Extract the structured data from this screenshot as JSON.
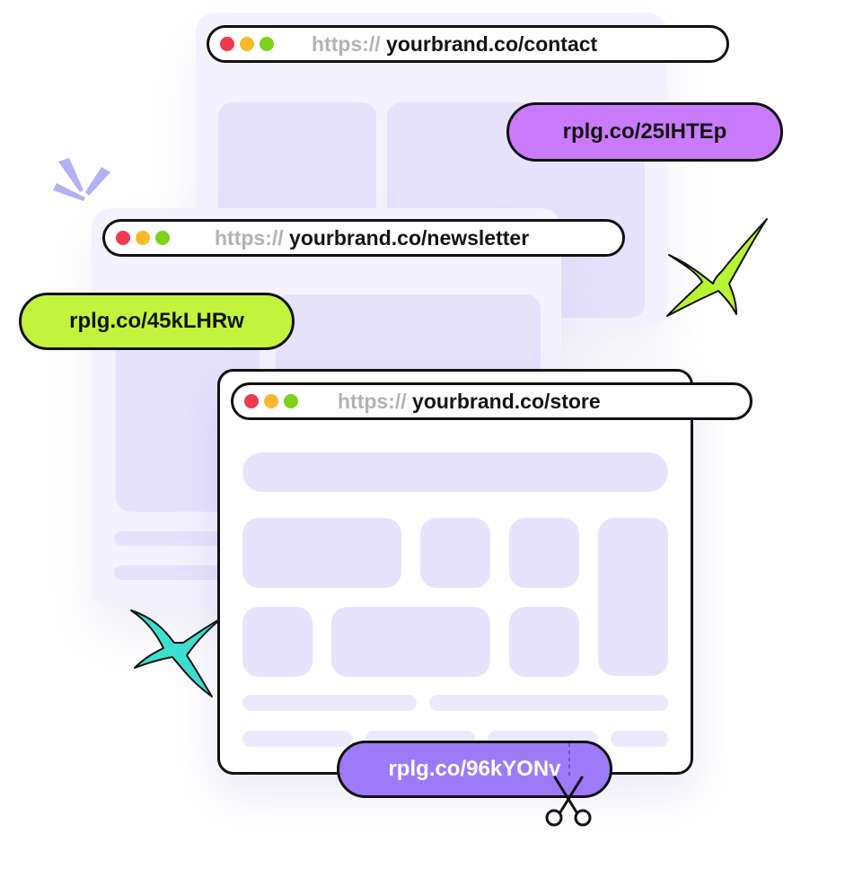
{
  "windows": [
    {
      "id": "contact",
      "url_scheme": "https://",
      "url_path": "yourbrand.co/contact"
    },
    {
      "id": "newsletter",
      "url_scheme": "https://",
      "url_path": "yourbrand.co/newsletter"
    },
    {
      "id": "store",
      "url_scheme": "https://",
      "url_path": "yourbrand.co/store"
    }
  ],
  "short_links": {
    "contact": "rplg.co/25IHTEp",
    "newsletter": "rplg.co/45kLHRw",
    "store": "rplg.co/96kYONv"
  },
  "icons": [
    "sparkle-icon",
    "burst-icon",
    "scissors-icon"
  ],
  "colors": {
    "window_back": "#f4f2fe",
    "placeholder_block": "#e6e2fc",
    "pill_purple": "#c97bfb",
    "pill_lime": "#c3f43d",
    "pill_violet": "#9d7bf8",
    "sparkle_lime": "#b7f431",
    "sparkle_teal": "#3de0d0",
    "burst": "#b2b2f2",
    "dot_red": "#f0384f",
    "dot_yellow": "#f9b928",
    "dot_green": "#7dd21b"
  }
}
